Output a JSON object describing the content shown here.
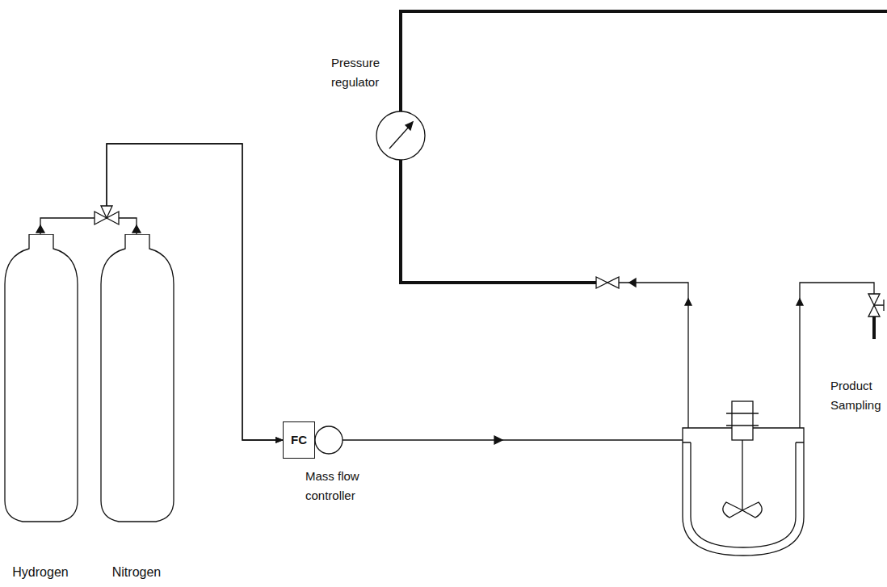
{
  "diagram": {
    "nodes": [
      {
        "text": [
          "Hydrogen"
        ]
      },
      {
        "text": [
          "Nitrogen"
        ]
      },
      {
        "text": [
          "FC"
        ]
      }
    ],
    "edges": [
      {
        "from": 0,
        "to": 2,
        "arrow": "to"
      },
      {
        "from": 1,
        "to": 2,
        "arrow": "to"
      }
    ],
    "labels": [
      "Pressure regulator",
      "Mass flow controller",
      "Product Sampling"
    ]
  }
}
